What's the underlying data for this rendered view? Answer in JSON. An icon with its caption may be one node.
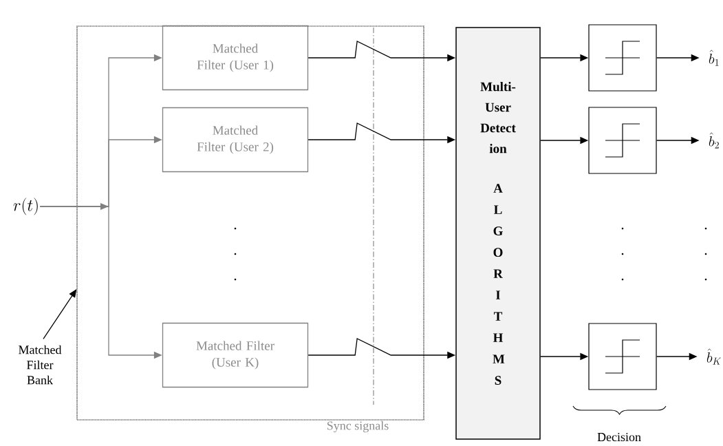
{
  "diagram": {
    "nodes": [
      {
        "text": [],
        "shape": "box"
      },
      {
        "text": [
          "Matched Filter (User 1)"
        ],
        "in": 0
      },
      {
        "text": [
          "Matched Filter (User 2)"
        ],
        "in": 0
      },
      {
        "text": [
          "Matched Filter (User K)"
        ],
        "in": 0
      },
      {
        "text": [
          "Multi- User Detect ion",
          "A L G O R I T H M S"
        ]
      },
      {
        "text": [],
        "shape": "box"
      },
      {
        "text": [],
        "shape": "box"
      },
      {
        "text": [],
        "shape": "box"
      },
      {
        "text": [
          "r(t)"
        ]
      },
      {
        "text": [
          "\\hat{b}_1"
        ]
      },
      {
        "text": [
          "\\hat{b}_2"
        ]
      },
      {
        "text": [
          "\\hat{b}_K"
        ]
      },
      {
        "text": [
          "Matched Filter Bank"
        ]
      }
    ],
    "edges": [
      {
        "from": 8,
        "to": 1,
        "arrow": "to",
        "color": "#808080"
      },
      {
        "from": 8,
        "to": 2,
        "arrow": "to",
        "color": "#808080"
      },
      {
        "from": 8,
        "to": 3,
        "arrow": "to",
        "color": "#808080"
      },
      {
        "from": 1,
        "to": 4,
        "arrow": "to"
      },
      {
        "from": 2,
        "to": 4,
        "arrow": "to"
      },
      {
        "from": 3,
        "to": 4,
        "arrow": "to"
      },
      {
        "from": 4,
        "to": 5,
        "arrow": "to"
      },
      {
        "from": 4,
        "to": 6,
        "arrow": "to"
      },
      {
        "from": 4,
        "to": 7,
        "arrow": "to"
      },
      {
        "from": 5,
        "to": 9,
        "arrow": "to"
      },
      {
        "from": 6,
        "to": 10,
        "arrow": "to"
      },
      {
        "from": 7,
        "to": 11,
        "arrow": "to"
      },
      {
        "from": 12,
        "to": 0,
        "arrow": "to"
      }
    ],
    "labels": [
      "Sync signals",
      "Decision"
    ]
  }
}
